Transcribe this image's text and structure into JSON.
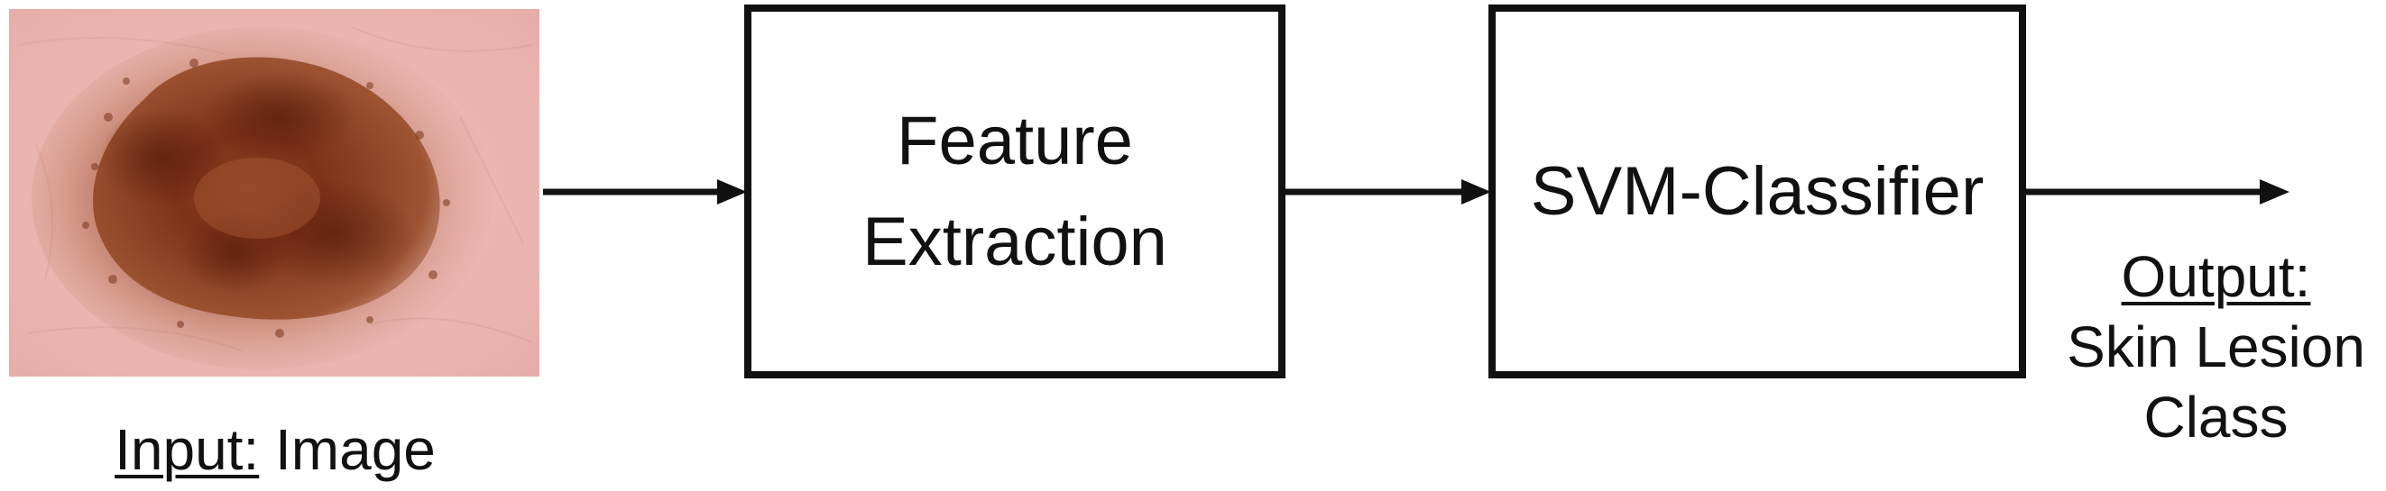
{
  "diagram": {
    "type": "flowchart",
    "direction": "left-to-right"
  },
  "input": {
    "label_prefix": "Input:",
    "label_text": "Image",
    "image_subject": "dermoscopic skin lesion image"
  },
  "steps": [
    {
      "lines": [
        "Feature",
        "Extraction"
      ]
    },
    {
      "lines": [
        "SVM-Classifier"
      ]
    }
  ],
  "output": {
    "label_prefix": "Output:",
    "label_lines": [
      "Skin Lesion",
      "Class"
    ]
  },
  "colors": {
    "stroke": "#111111",
    "skin": "#eab5b0",
    "lesion_dark": "#6a2612",
    "lesion_mid": "#8e4022"
  }
}
